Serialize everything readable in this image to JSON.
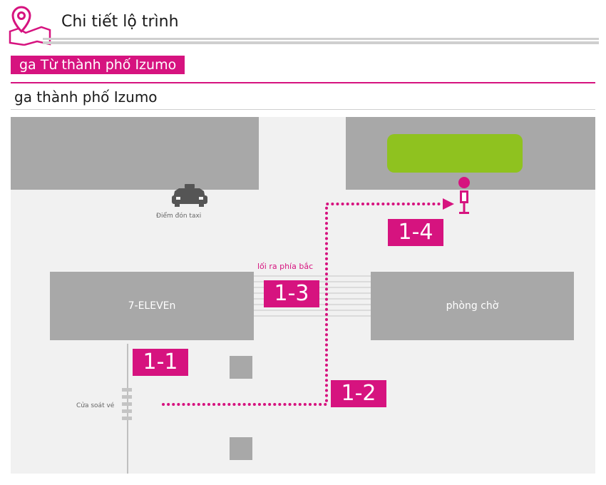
{
  "header": {
    "title": "Chi tiết lộ trình"
  },
  "from_badge": "ga Từ thành phố Izumo",
  "station": "ga thành phố Izumo",
  "map": {
    "taxi_label": "Điểm đón taxi",
    "seven_eleven": "7-ELEVEn",
    "waiting_room": "phòng chờ",
    "ticket_gate": "Cửa soát vé",
    "north_exit": "lối ra phía bắc",
    "steps": [
      "1-1",
      "1-2",
      "1-3",
      "1-4"
    ]
  },
  "colors": {
    "accent": "#d6137f",
    "building": "#a8a8a8",
    "destination": "#8fc21f"
  }
}
